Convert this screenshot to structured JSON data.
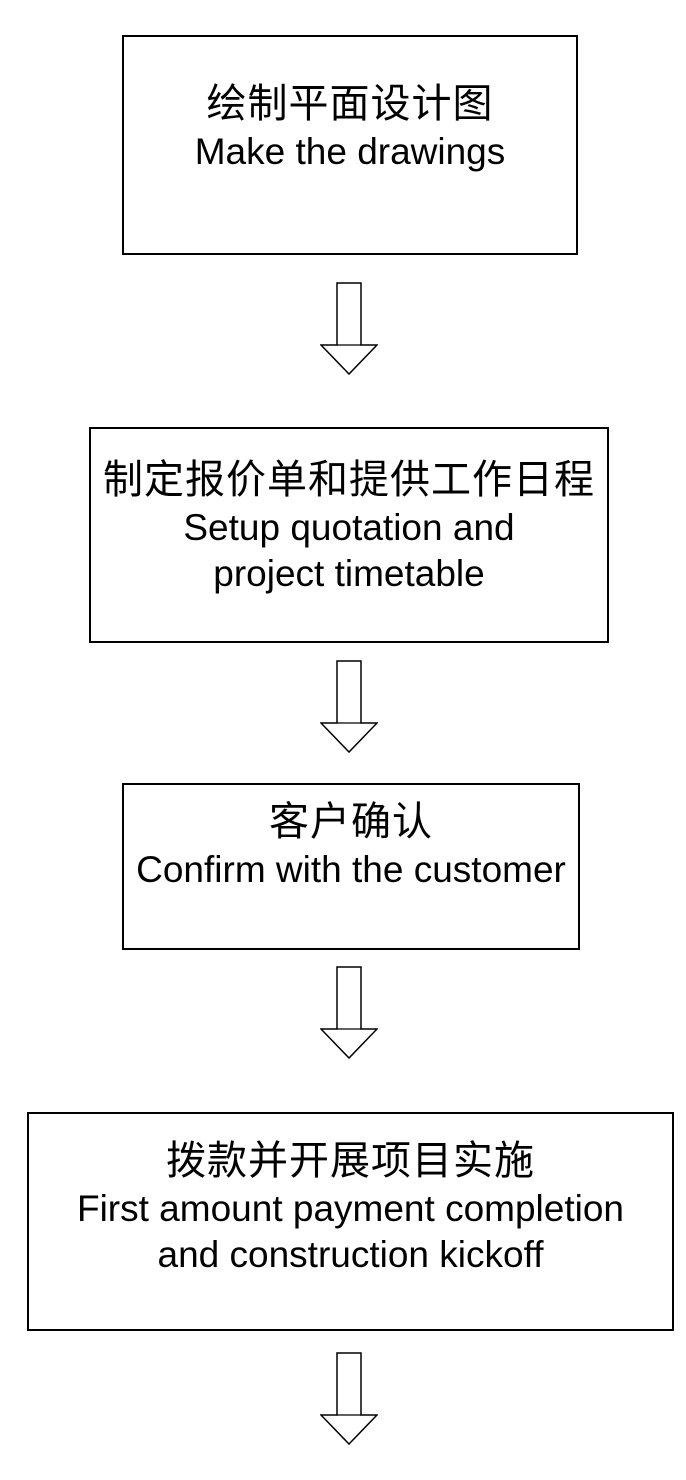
{
  "diagram": {
    "type": "flowchart",
    "direction": "top-down",
    "colors": {
      "background": "#ffffff",
      "border": "#000000",
      "text": "#000000"
    },
    "connector": {
      "icon": "down-arrow-icon",
      "style": "outlined-block-arrow"
    },
    "steps": [
      {
        "zh": "绘制平面设计图",
        "en1": "Make the drawings"
      },
      {
        "zh": "制定报价单和提供工作日程",
        "en1": "Setup quotation and",
        "en2": "project timetable"
      },
      {
        "zh": "客户确认",
        "en1": "Confirm with the customer"
      },
      {
        "zh": "拨款并开展项目实施",
        "en1": "First amount payment completion",
        "en2": "and construction kickoff"
      }
    ]
  }
}
